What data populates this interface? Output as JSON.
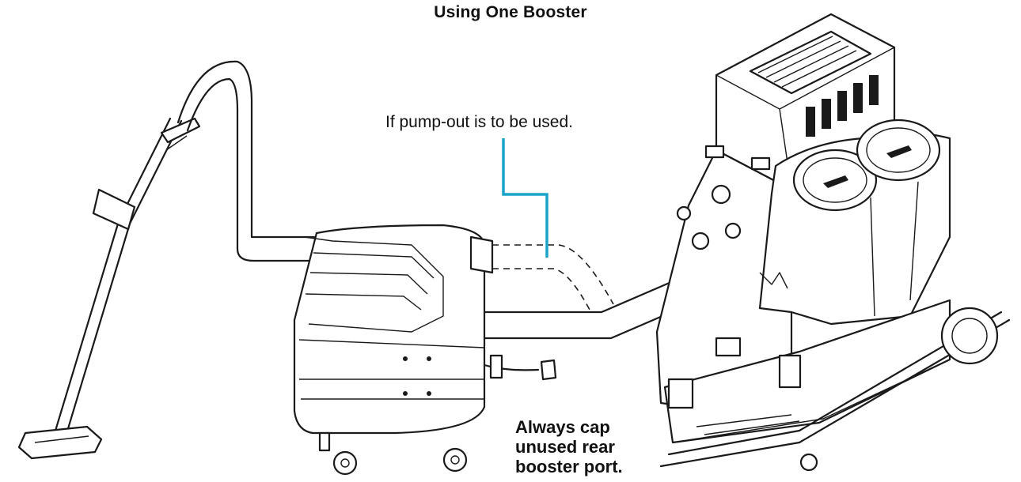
{
  "title": "Using One Booster",
  "callouts": {
    "pump_out": "If pump-out is to be used.",
    "cap_lines": [
      "Always cap",
      "unused rear",
      "booster port."
    ]
  },
  "colors": {
    "leader_line": "#1aa3c8",
    "outline": "#1a1a1a",
    "background": "#ffffff"
  },
  "icons": [
    "cleaning-wand",
    "vacuum-hose",
    "booster-unit",
    "extraction-machine",
    "power-cord"
  ]
}
